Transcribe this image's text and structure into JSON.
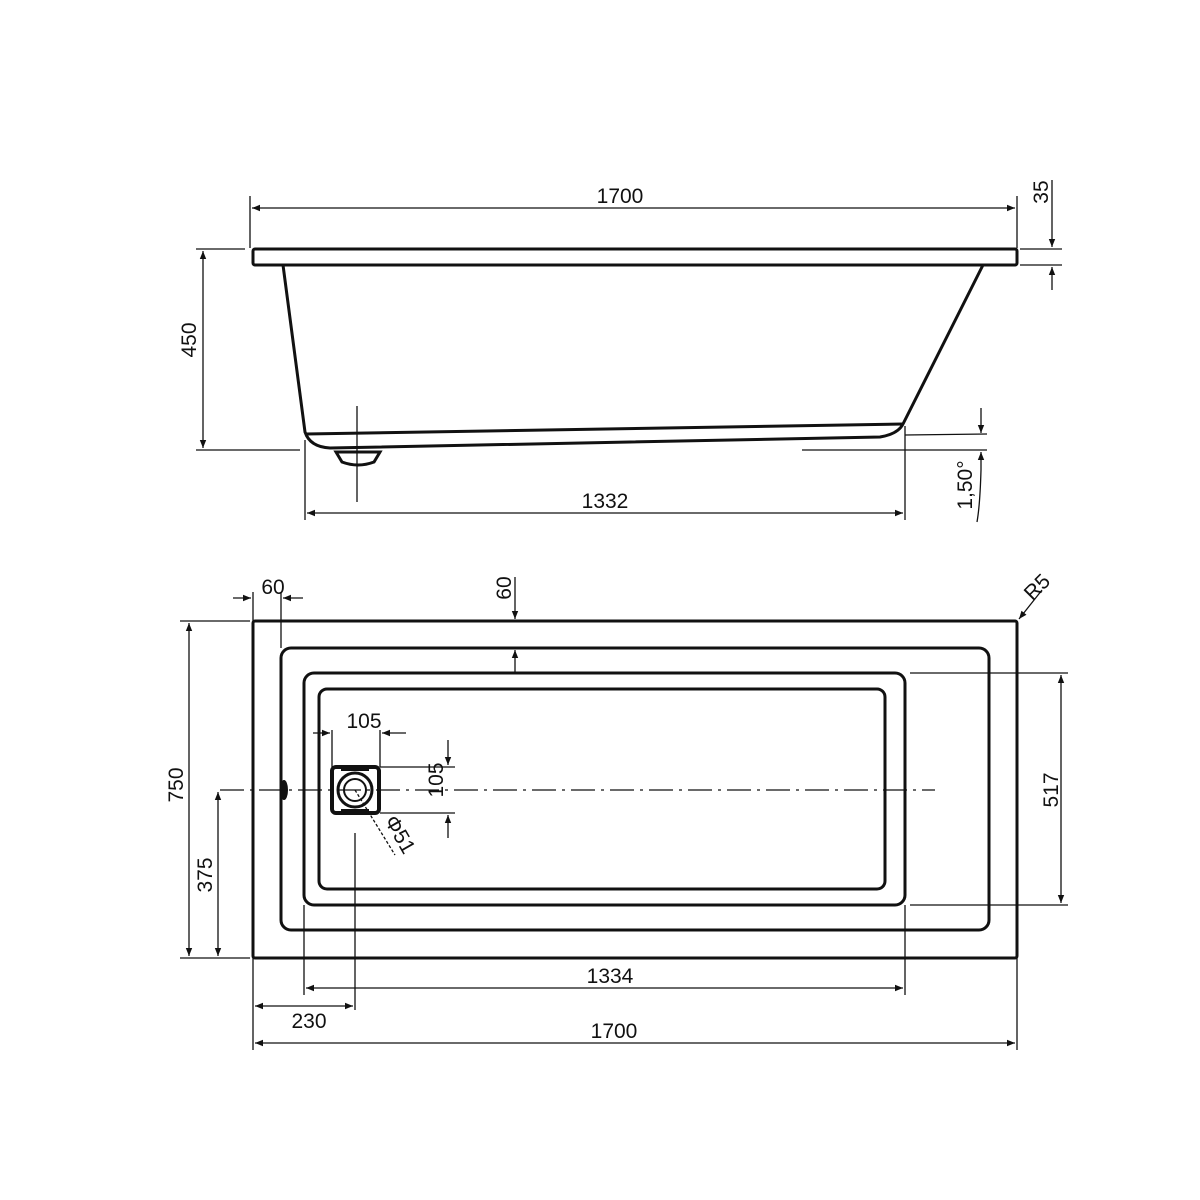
{
  "drawing": {
    "subject": "Rectangular bathtub technical drawing",
    "line_color": "#111111",
    "background": "#ffffff",
    "side_view": {
      "overall_length": "1700",
      "rim_thickness": "35",
      "height": "450",
      "bottom_length": "1332",
      "bottom_slope": "1,50°"
    },
    "top_view": {
      "rim_width_side": "60",
      "rim_width_top": "60",
      "corner_radius": "R5",
      "overall_width": "750",
      "drain_center_offset_y": "375",
      "drain_box_width": "105",
      "drain_box_height": "105",
      "drain_diameter": "Φ51",
      "inner_width": "517",
      "inner_length": "1334",
      "drain_offset_x": "230",
      "overall_length": "1700"
    }
  }
}
